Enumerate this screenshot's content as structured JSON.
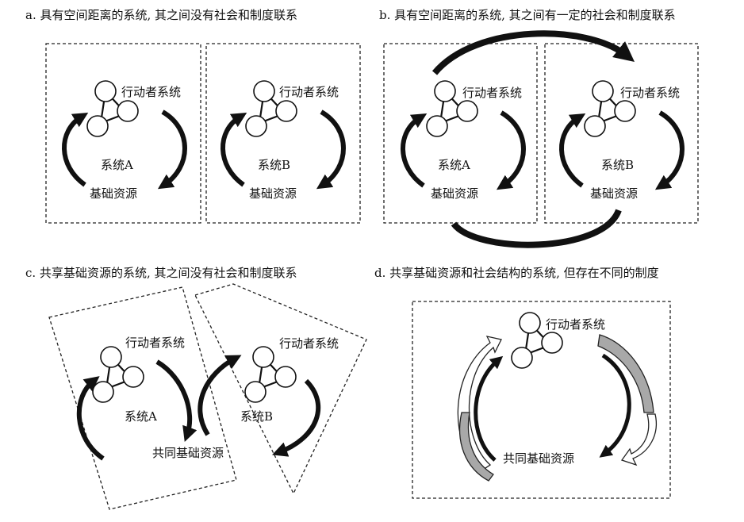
{
  "panels": {
    "a": {
      "title": "a. 具有空间距离的系统, 其之间没有社会和制度联系",
      "system1": {
        "actor": "行动者系统",
        "system": "系统A",
        "resource": "基础资源"
      },
      "system2": {
        "actor": "行动者系统",
        "system": "系统B",
        "resource": "基础资源"
      }
    },
    "b": {
      "title": "b. 具有空间距离的系统, 其之间有一定的社会和制度联系",
      "system1": {
        "actor": "行动者系统",
        "system": "系统A",
        "resource": "基础资源"
      },
      "system2": {
        "actor": "行动者系统",
        "system": "系统B",
        "resource": "基础资源"
      }
    },
    "c": {
      "title": "c. 共享基础资源的系统, 其之间没有社会和制度联系",
      "system1": {
        "actor": "行动者系统",
        "system": "系统A"
      },
      "system2": {
        "actor": "行动者系统",
        "system": "系统B"
      },
      "shared_resource": "共同基础资源"
    },
    "d": {
      "title": "d. 共享基础资源和社会结构的系统, 但存在不同的制度",
      "actor": "行动者系统",
      "shared_resource": "共同基础资源"
    }
  },
  "icons": {
    "actor": "actor-network-icon",
    "cycle_arrow": "curved-arrow-icon"
  }
}
